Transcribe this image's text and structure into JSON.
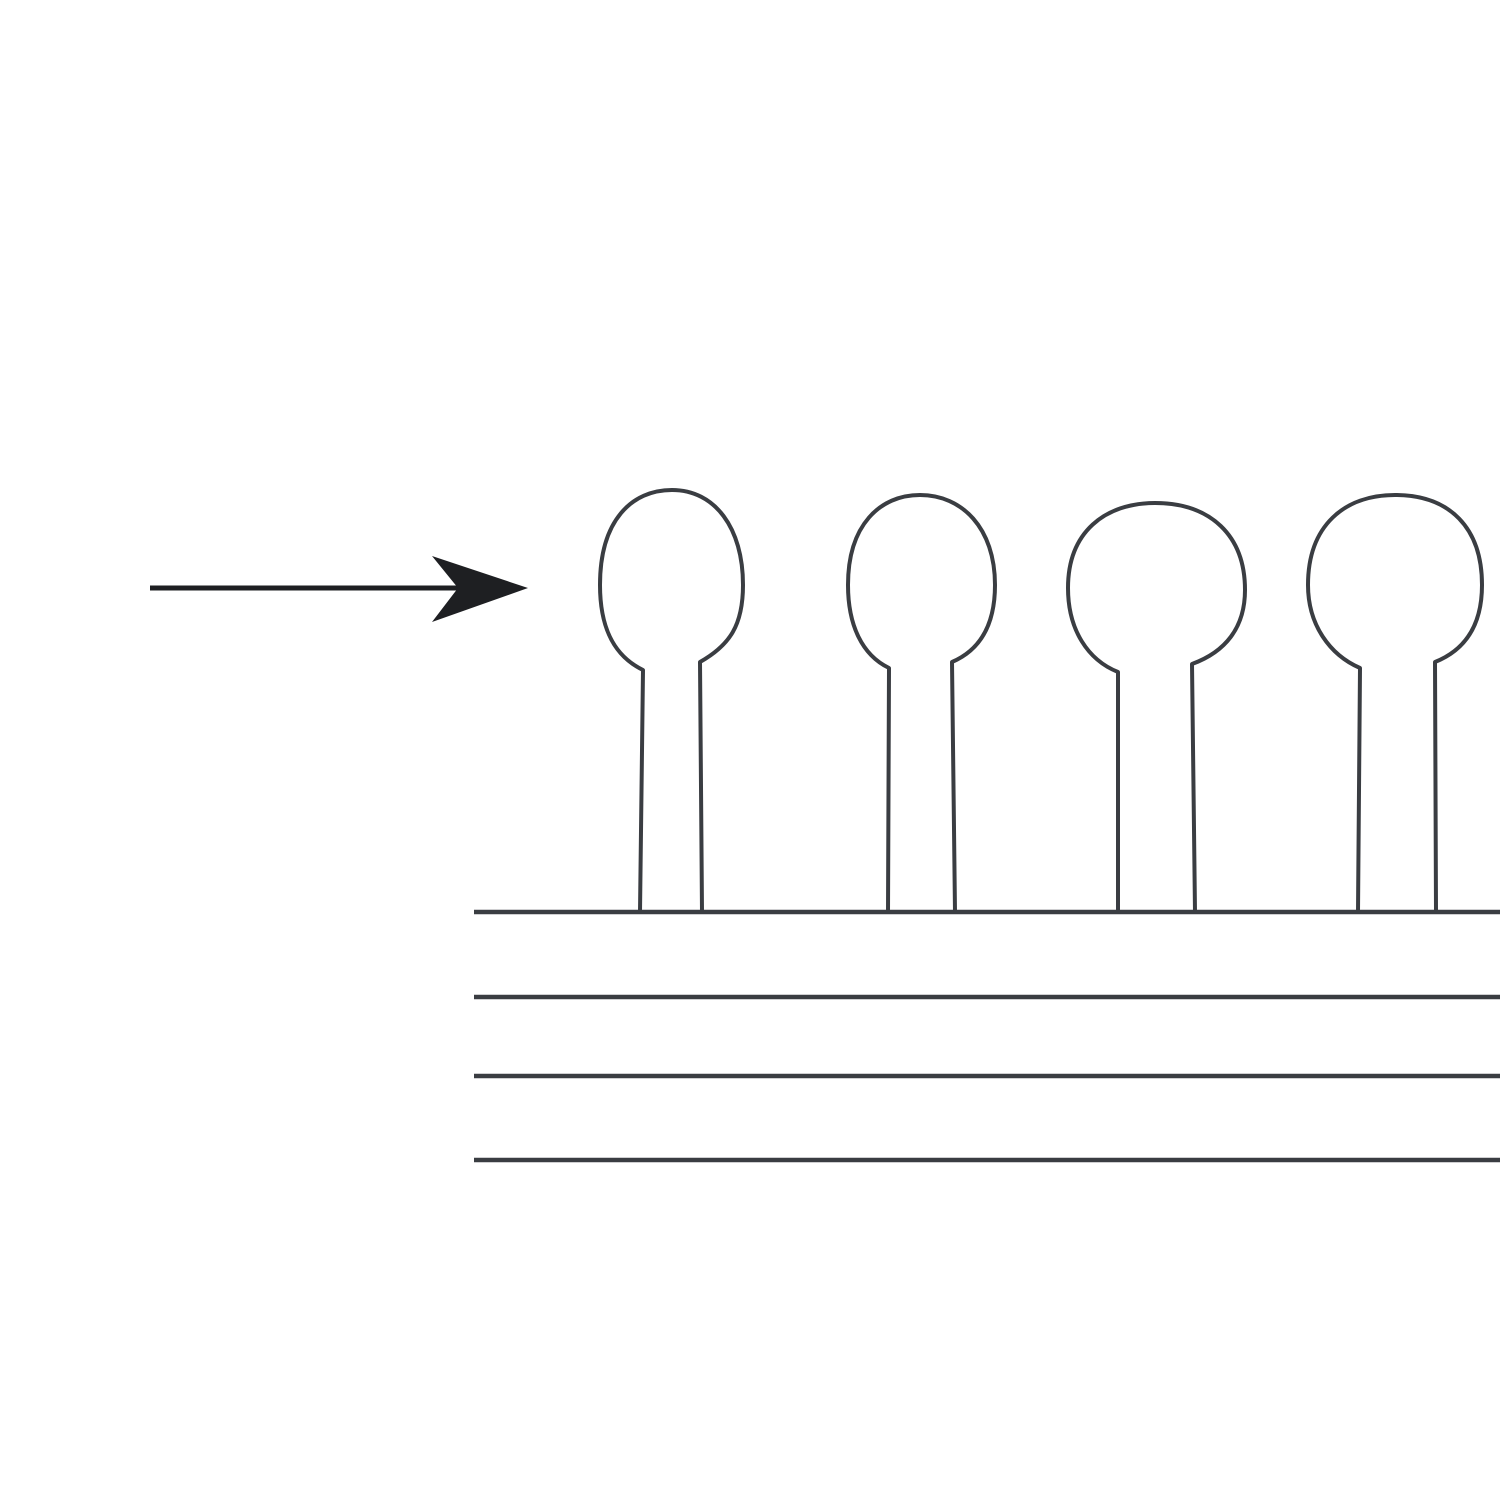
{
  "diagram": {
    "elements": {
      "pointer_arrow": {
        "icon": "arrow-right-icon",
        "color": "#1e1f22"
      },
      "lipid_molecules": [
        {
          "id": "lipid-1",
          "icon": "lipid-molecule-icon"
        },
        {
          "id": "lipid-2",
          "icon": "lipid-molecule-icon"
        },
        {
          "id": "lipid-3",
          "icon": "lipid-molecule-icon"
        },
        {
          "id": "lipid-4",
          "icon": "lipid-molecule-icon"
        }
      ],
      "layer_lines": [
        {
          "id": "layer-line-1"
        },
        {
          "id": "layer-line-2"
        },
        {
          "id": "layer-line-3"
        },
        {
          "id": "layer-line-4"
        }
      ]
    },
    "colors": {
      "line": "#3a3d42",
      "arrow": "#1e1f22",
      "background": "#ffffff"
    }
  }
}
